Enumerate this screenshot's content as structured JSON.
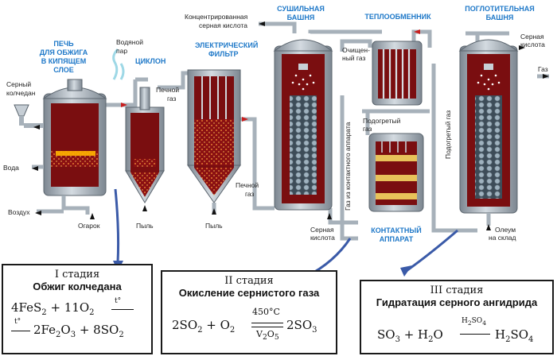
{
  "labels": {
    "pyrite": [
      "Серный",
      "колчедан"
    ],
    "furnace": [
      "ПЕЧЬ",
      "ДЛЯ ОБЖИГА",
      "В КИПЯЩЕМ",
      "СЛОЕ"
    ],
    "water_vapor": [
      "Водяной",
      "пар"
    ],
    "cyclone": "ЦИКЛОН",
    "electric_filter": [
      "ЭЛЕКТРИЧЕСКИЙ",
      "ФИЛЬТР"
    ],
    "conc_acid": [
      "Концентрированная",
      "серная кислота"
    ],
    "drying_tower": [
      "СУШИЛЬНАЯ",
      "БАШНЯ"
    ],
    "heat_exchanger": "ТЕПЛООБМЕННИК",
    "absorption_tower": [
      "ПОГЛОТИТЕЛЬНАЯ",
      "БАШНЯ"
    ],
    "sulfuric_acid_in": [
      "Серная",
      "кислота"
    ],
    "gas_out": "Газ",
    "furnace_gas_1": [
      "Печной",
      "газ"
    ],
    "furnace_gas_2": [
      "Печной",
      "газ"
    ],
    "purified_gas": [
      "Очищен-",
      "ный газ"
    ],
    "heated_gas": [
      "Подогретый",
      "газ"
    ],
    "gas_from_contact": "Газ из контактного аппарата",
    "heated_gas_vertical": "Подогретый газ",
    "water": "Вода",
    "air": "Воздух",
    "cinder": "Огарок",
    "dust_1": "Пыль",
    "dust_2": "Пыль",
    "sulfuric_acid_out": [
      "Серная",
      "кислота"
    ],
    "contact_apparatus": [
      "КОНТАКТНЫЙ",
      "АППАРАТ"
    ],
    "oleum": [
      "Олеум",
      "на склад"
    ]
  },
  "stages": [
    {
      "number": "I стадия",
      "title": "Обжиг колчедана",
      "eq_line1": {
        "parts": [
          "4FeS",
          "2",
          " + 11O",
          "2"
        ],
        "cond": "t°"
      },
      "eq_line2": {
        "cond": "t°",
        "parts": [
          "2Fe",
          "2",
          "O",
          "3",
          " + 8SO",
          "2"
        ]
      }
    },
    {
      "number": "II стадия",
      "title": "Окисление сернистого газа",
      "equation": {
        "left": [
          "2SO",
          "2",
          " + O",
          "2"
        ],
        "above": "450°C",
        "below_a": "V",
        "below_b": "2",
        "below_c": "O",
        "below_d": "5",
        "right": [
          "2SO",
          "3"
        ]
      }
    },
    {
      "number": "III стадия",
      "title": "Гидратация серного ангидрида",
      "equation": {
        "left": [
          "SO",
          "3",
          " + H",
          "2",
          "O"
        ],
        "above_a": "H",
        "above_b": "2",
        "above_c": "SO",
        "above_d": "4",
        "right": [
          "H",
          "2",
          "SO",
          "4"
        ]
      }
    }
  ],
  "colors": {
    "vessel": "#9aa4ad",
    "interior": "#7a0e10",
    "pipe": "#b9c3cb",
    "accent": "#1e78c8",
    "arrow": "#3a5aa8"
  }
}
